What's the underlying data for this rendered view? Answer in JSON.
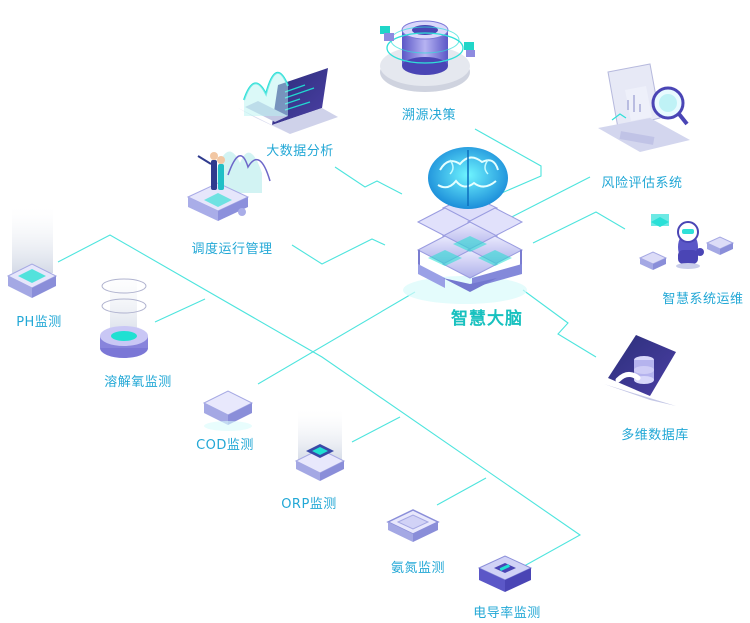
{
  "center": {
    "label": "智慧大脑"
  },
  "nodes": {
    "trace": "溯源决策",
    "bigdata": "大数据分析",
    "scheduling": "调度运行管理",
    "risk": "风险评估系统",
    "ops": "智慧系统运维",
    "database": "多维数据库",
    "ph": "PH监测",
    "oxygen": "溶解氧监测",
    "cod": "COD监测",
    "orp": "ORP监测",
    "ammonia": "氨氮监测",
    "conductivity": "电导率监测"
  },
  "colors": {
    "line": "#2fe0d8",
    "label": "#23a8d6",
    "main": "#18c1bf",
    "brain": "#1fd8e6",
    "purple": "#7b6fd6",
    "tile": "#c9c9f1"
  }
}
